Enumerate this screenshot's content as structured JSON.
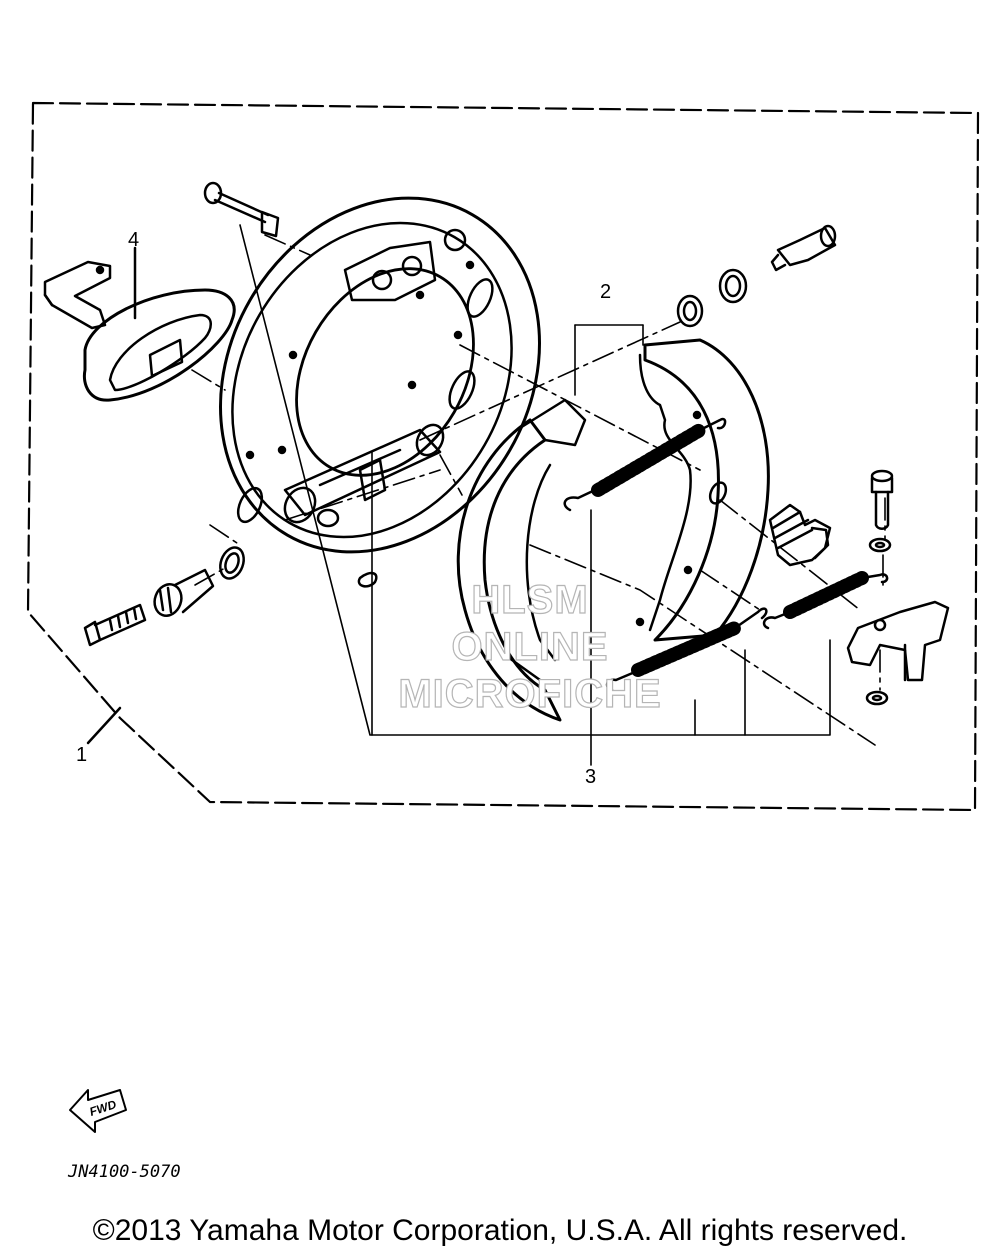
{
  "diagram": {
    "callouts": [
      {
        "id": "1",
        "label": "1"
      },
      {
        "id": "2",
        "label": "2"
      },
      {
        "id": "3",
        "label": "3"
      },
      {
        "id": "4",
        "label": "4"
      }
    ],
    "watermark": {
      "line1": "HLSM",
      "line2": "ONLINE",
      "line3": "MICROFICHE"
    },
    "fwd_label": "FWD",
    "diagram_code": "JN4100-5070"
  },
  "footer": {
    "copyright": "©2013 Yamaha Motor Corporation, U.S.A. All rights reserved."
  }
}
